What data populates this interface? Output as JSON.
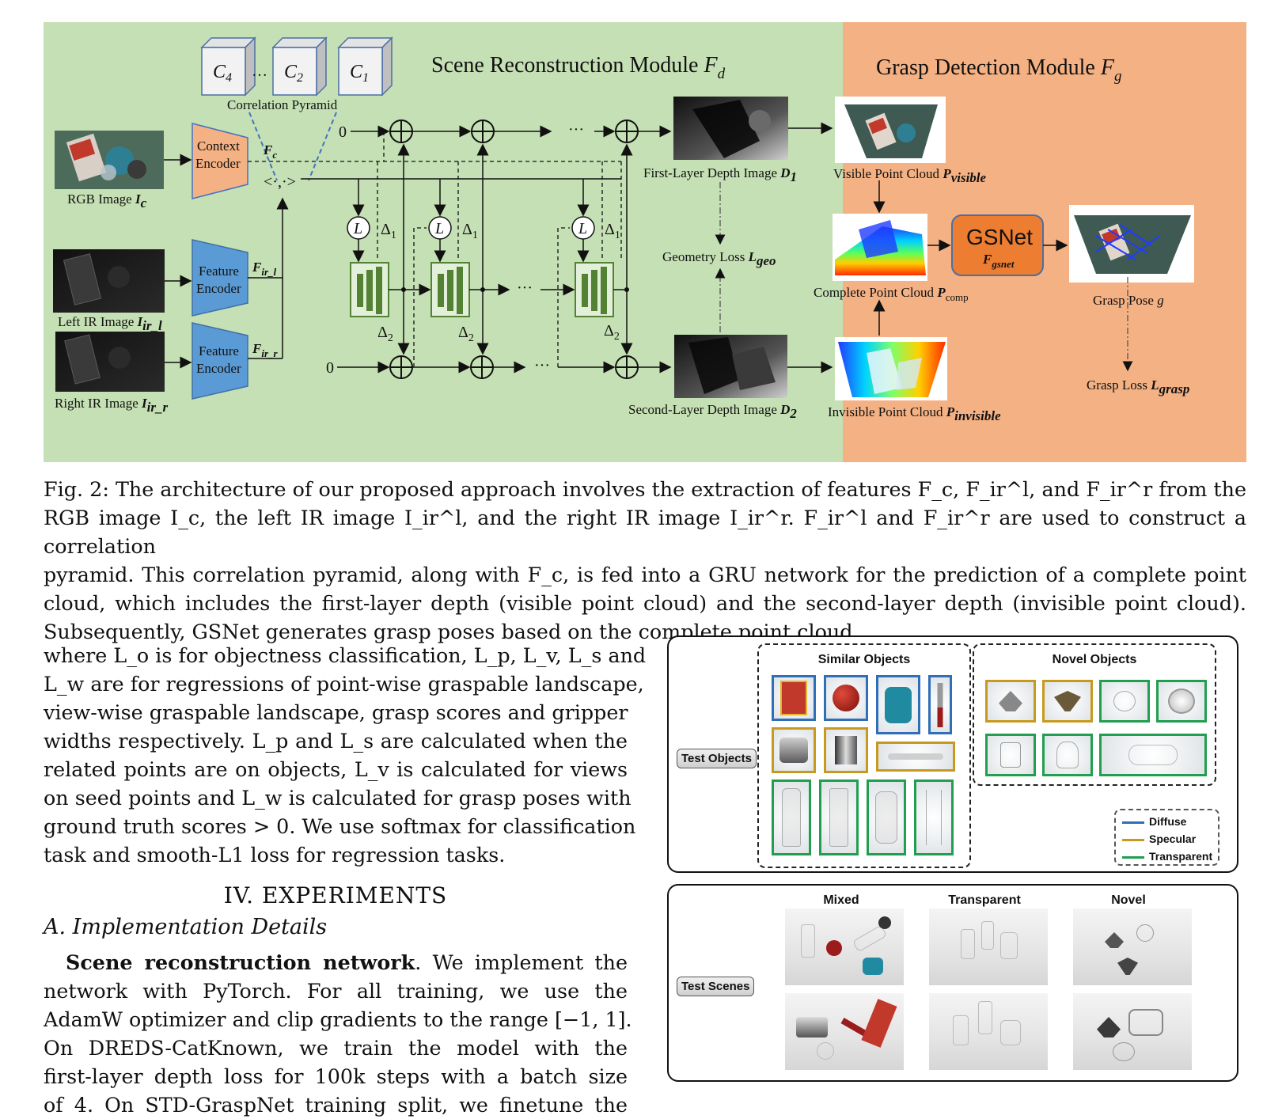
{
  "figure": {
    "scene_module": {
      "title": "Scene Reconstruction Module",
      "symbol": "F",
      "sub": "d"
    },
    "grasp_module": {
      "title": "Grasp Detection Module",
      "symbol": "F",
      "sub": "g"
    },
    "correlation_volumes": [
      "C",
      "C",
      "C"
    ],
    "correlation_subs": [
      "4",
      "2",
      "1"
    ],
    "correlation_dots": "…",
    "correlation_label": "Correlation Pyramid",
    "rgb_label": "RGB Image",
    "rgb_sym": "I",
    "rgb_sub": "c",
    "left_ir_label": "Left IR Image",
    "left_ir_sym": "I",
    "left_ir_sub": "ir_l",
    "right_ir_label": "Right IR Image",
    "right_ir_sym": "I",
    "right_ir_sub": "ir_r",
    "context_encoder": [
      "Context",
      "Encoder"
    ],
    "feature_encoder": [
      "Feature",
      "Encoder"
    ],
    "fc": {
      "sym": "F",
      "sub": "c"
    },
    "fir_l": {
      "sym": "F",
      "sub": "ir_l"
    },
    "fir_r": {
      "sym": "F",
      "sub": "ir_r"
    },
    "corr_op": "<·,·>",
    "zero": "0",
    "ellipsis": "···",
    "lookup": "L",
    "delta1": "Δ",
    "delta1_sub": "1",
    "delta2": "Δ",
    "delta2_sub": "2",
    "first_depth": {
      "label": "First-Layer Depth Image",
      "sym": "D",
      "sub": "1"
    },
    "second_depth": {
      "label": "Second-Layer Depth Image",
      "sym": "D",
      "sub": "2"
    },
    "geometry_loss": {
      "label": "Geometry Loss",
      "sym": "L",
      "sub": "geo"
    },
    "visible_pc": {
      "label": "Visible Point Cloud",
      "sym": "P",
      "sub": "visible"
    },
    "complete_pc": {
      "label": "Complete Point Cloud",
      "sym": "P",
      "sub": "comp"
    },
    "invisible_pc": {
      "label": "Invisible Point Cloud",
      "sym": "P",
      "sub": "invisible"
    },
    "gsnet": {
      "label": "GSNet",
      "sym": "F",
      "sub": "gsnet"
    },
    "grasp_pose": {
      "label": "Grasp Pose",
      "sym": "g"
    },
    "grasp_loss": {
      "label": "Grasp Loss",
      "sym": "L",
      "sub": "grasp"
    },
    "colors": {
      "scene_bg": "#c5e0b4",
      "grasp_bg": "#f4b183",
      "context_enc": "#f4b183",
      "feature_enc": "#5b9bd5",
      "gru": "#548235",
      "gsnet": "#ed7d31"
    }
  },
  "caption": {
    "lines": [
      "Fig. 2: The architecture of our proposed approach involves the extraction of features F_c, F_ir^l, and F_ir^r from the",
      "RGB image I_c, the left IR image I_ir^l, and the right IR image I_ir^r. F_ir^l and F_ir^r are used to construct a correlation",
      "pyramid. This correlation pyramid, along with F_c, is fed into a GRU network for the prediction of a complete point",
      "cloud, which includes the first-layer depth (visible point cloud) and the second-layer depth (invisible point cloud).",
      "Subsequently, GSNet generates grasp poses based on the complete point cloud."
    ]
  },
  "body": {
    "para1": [
      "where L_o is for objectness classification, L_p, L_v, L_s and",
      "L_w are for regressions of point-wise graspable landscape,",
      "view-wise graspable landscape, grasp scores and gripper",
      "widths respectively. L_p and L_s are calculated when the",
      "related points are on objects, L_v is calculated for views",
      "on seed points and L_w is calculated for grasp poses with",
      "ground truth scores > 0. We use softmax for classification",
      "task and smooth-L1 loss for regression tasks."
    ],
    "section_heading": "IV.  EXPERIMENTS",
    "subsection_heading": "A.  Implementation Details",
    "para2_lead": "Scene reconstruction network",
    "para2": [
      ". We implement the",
      "network with PyTorch. For all training, we use the",
      "AdamW optimizer and clip gradients to the range [−1, 1].",
      "On DREDS-CatKnown, we train the model with the",
      "first-layer depth loss for 100k steps with a batch size",
      "of 4. On STD-GraspNet training split, we finetune the"
    ]
  },
  "test_objects": {
    "pill": "Test Objects",
    "similar_title": "Similar Objects",
    "novel_title": "Novel Objects",
    "legend": [
      "Diffuse",
      "Specular",
      "Transparent"
    ],
    "colors": {
      "diffuse": "#2f6fb8",
      "specular": "#c79a1e",
      "transparent": "#1f9f4f"
    }
  },
  "test_scenes": {
    "pill": "Test Scenes",
    "columns": [
      "Mixed",
      "Transparent",
      "Novel"
    ]
  }
}
